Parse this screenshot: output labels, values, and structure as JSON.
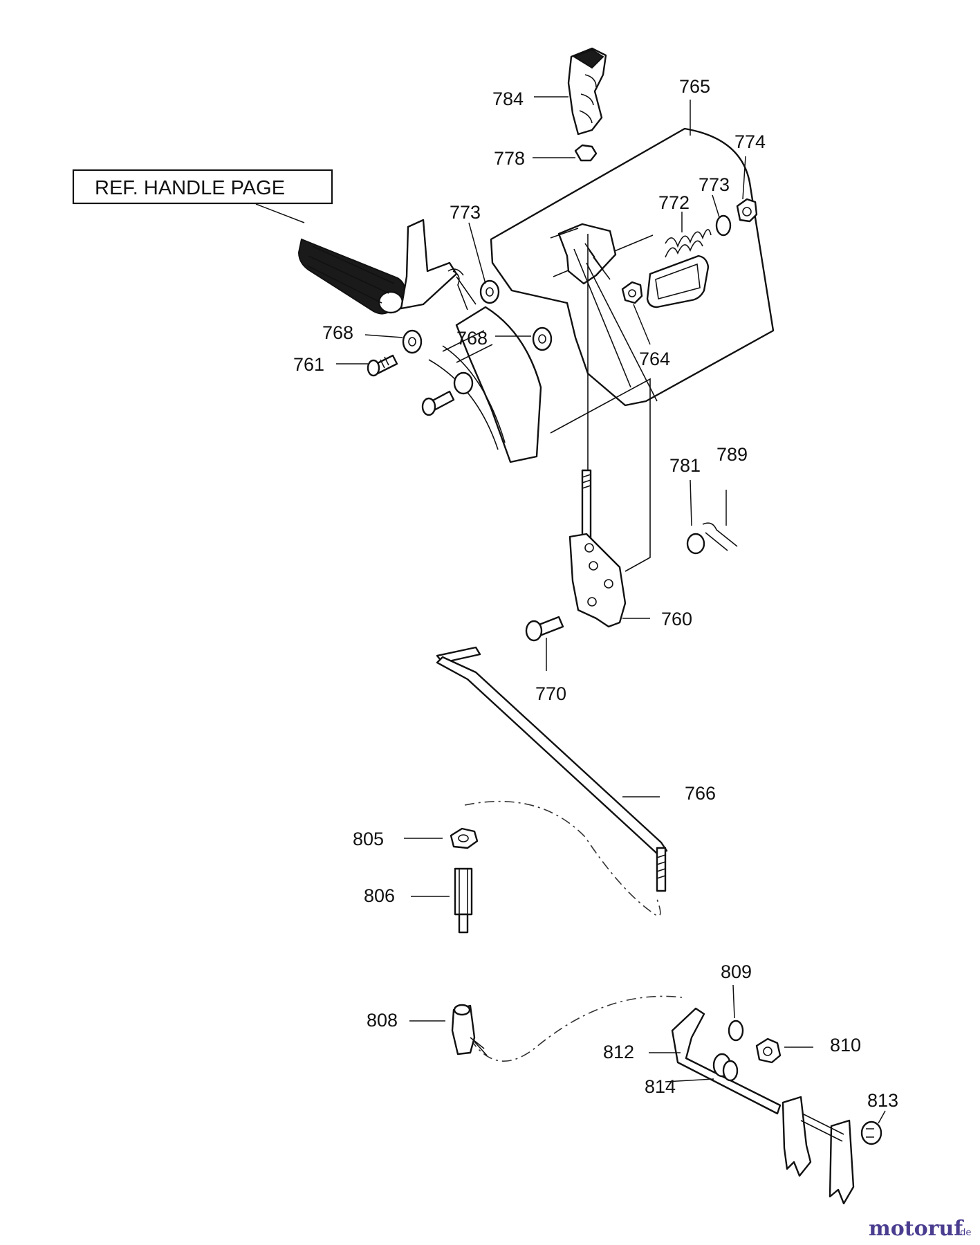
{
  "reference_box": {
    "text": "REF. HANDLE PAGE"
  },
  "part_labels": [
    {
      "id": "784",
      "text": "784"
    },
    {
      "id": "765",
      "text": "765"
    },
    {
      "id": "774",
      "text": "774"
    },
    {
      "id": "778",
      "text": "778"
    },
    {
      "id": "773a",
      "text": "773"
    },
    {
      "id": "772",
      "text": "772"
    },
    {
      "id": "773b",
      "text": "773"
    },
    {
      "id": "768a",
      "text": "768"
    },
    {
      "id": "768b",
      "text": "768"
    },
    {
      "id": "764",
      "text": "764"
    },
    {
      "id": "761",
      "text": "761"
    },
    {
      "id": "781",
      "text": "781"
    },
    {
      "id": "789",
      "text": "789"
    },
    {
      "id": "760",
      "text": "760"
    },
    {
      "id": "770",
      "text": "770"
    },
    {
      "id": "766",
      "text": "766"
    },
    {
      "id": "805",
      "text": "805"
    },
    {
      "id": "806",
      "text": "806"
    },
    {
      "id": "809",
      "text": "809"
    },
    {
      "id": "808",
      "text": "808"
    },
    {
      "id": "810",
      "text": "810"
    },
    {
      "id": "812",
      "text": "812"
    },
    {
      "id": "814",
      "text": "814"
    },
    {
      "id": "813",
      "text": "813"
    }
  ],
  "watermark": {
    "brand": "motoruf",
    "suffix": ".de"
  }
}
